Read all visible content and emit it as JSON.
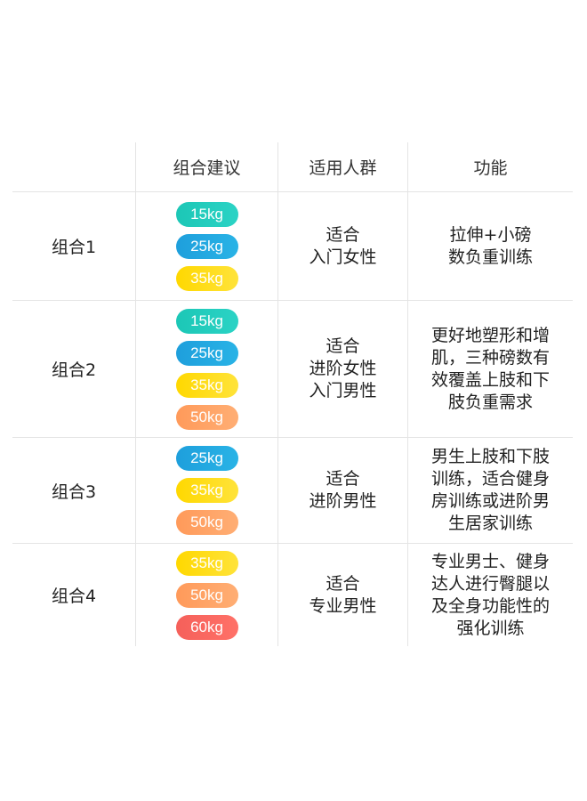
{
  "header": {
    "col1": "",
    "col2": "组合建议",
    "col3": "适用人群",
    "col4": "功能"
  },
  "rows": [
    {
      "name": "组合1",
      "weights": [
        "15kg",
        "25kg",
        "35kg"
      ],
      "audience": "适合\n入门女性",
      "function": "拉伸+小磅\n数负重训练"
    },
    {
      "name": "组合2",
      "weights": [
        "15kg",
        "25kg",
        "35kg",
        "50kg"
      ],
      "audience": "适合\n进阶女性\n入门男性",
      "function": "更好地塑形和增\n肌，三种磅数有\n效覆盖上肢和下\n肢负重需求"
    },
    {
      "name": "组合3",
      "weights": [
        "25kg",
        "35kg",
        "50kg"
      ],
      "audience": "适合\n进阶男性",
      "function": "男生上肢和下肢\n训练，适合健身\n房训练或进阶男\n生居家训练"
    },
    {
      "name": "组合4",
      "weights": [
        "35kg",
        "50kg",
        "60kg"
      ],
      "audience": "适合\n专业男性",
      "function": "专业男士、健身\n达人进行臀腿以\n及全身功能性的\n强化训练"
    }
  ],
  "colors": {
    "15kg": "#1cc7b6",
    "25kg": "#1e9fdc",
    "35kg": "#ffd800",
    "50kg": "#ff9a5a",
    "60kg": "#f5605a",
    "grid": "#e4e4e4"
  }
}
